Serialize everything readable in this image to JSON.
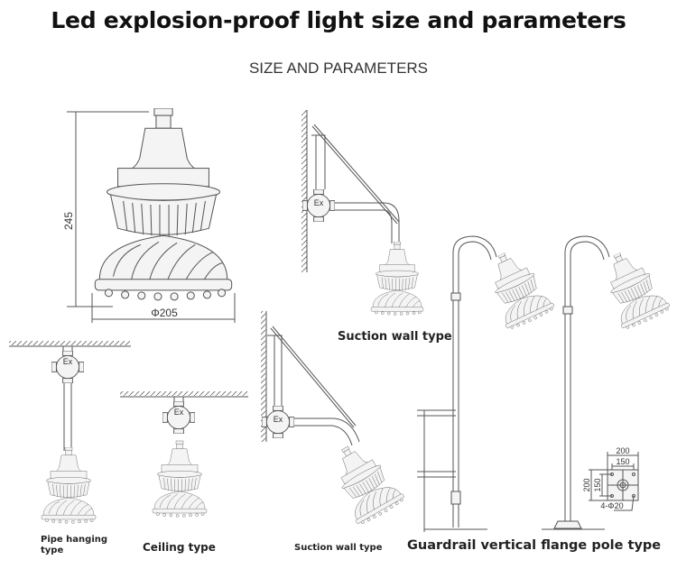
{
  "title": "Led explosion-proof light size and parameters",
  "subtitle": "SIZE AND PARAMETERS",
  "dimensions": {
    "height": "245",
    "diameter": "Φ205"
  },
  "labels": {
    "suction_wall_1": "Suction wall type",
    "pipe_hanging": "Pipe hanging type",
    "ceiling": "Ceiling type",
    "suction_wall_2": "Suction wall type",
    "guardrail": "Guardrail vertical flange pole type"
  },
  "junction_box_mark": "Ex",
  "flange": {
    "outer": "200",
    "inner": "150",
    "outer_v": "200",
    "inner_v": "150",
    "holes": "4-Φ20"
  }
}
